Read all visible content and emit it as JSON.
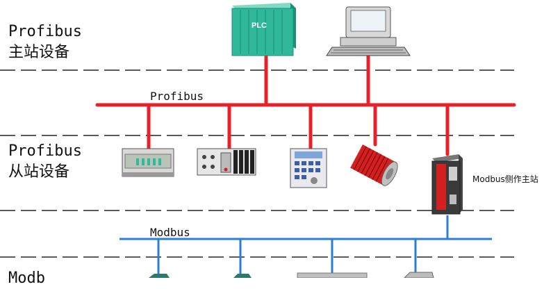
{
  "tiers": {
    "master": {
      "line1": "Profibus",
      "line2": "主站设备"
    },
    "slave": {
      "line1": "Profibus",
      "line2": "从站设备"
    },
    "modbus_slave": {
      "line1": "Modb"
    }
  },
  "buses": {
    "profibus": {
      "label": "Profibus",
      "color": "#e8202a"
    },
    "modbus": {
      "label": "Modbus",
      "color": "#2a7fd0"
    }
  },
  "devices": {
    "plc": {
      "label": "PLC"
    },
    "gateway": {
      "label": "Modbus侧作主站"
    }
  },
  "colors": {
    "dash": "#222222",
    "plc_green": "#2fb89a",
    "device_red": "#d42020"
  }
}
